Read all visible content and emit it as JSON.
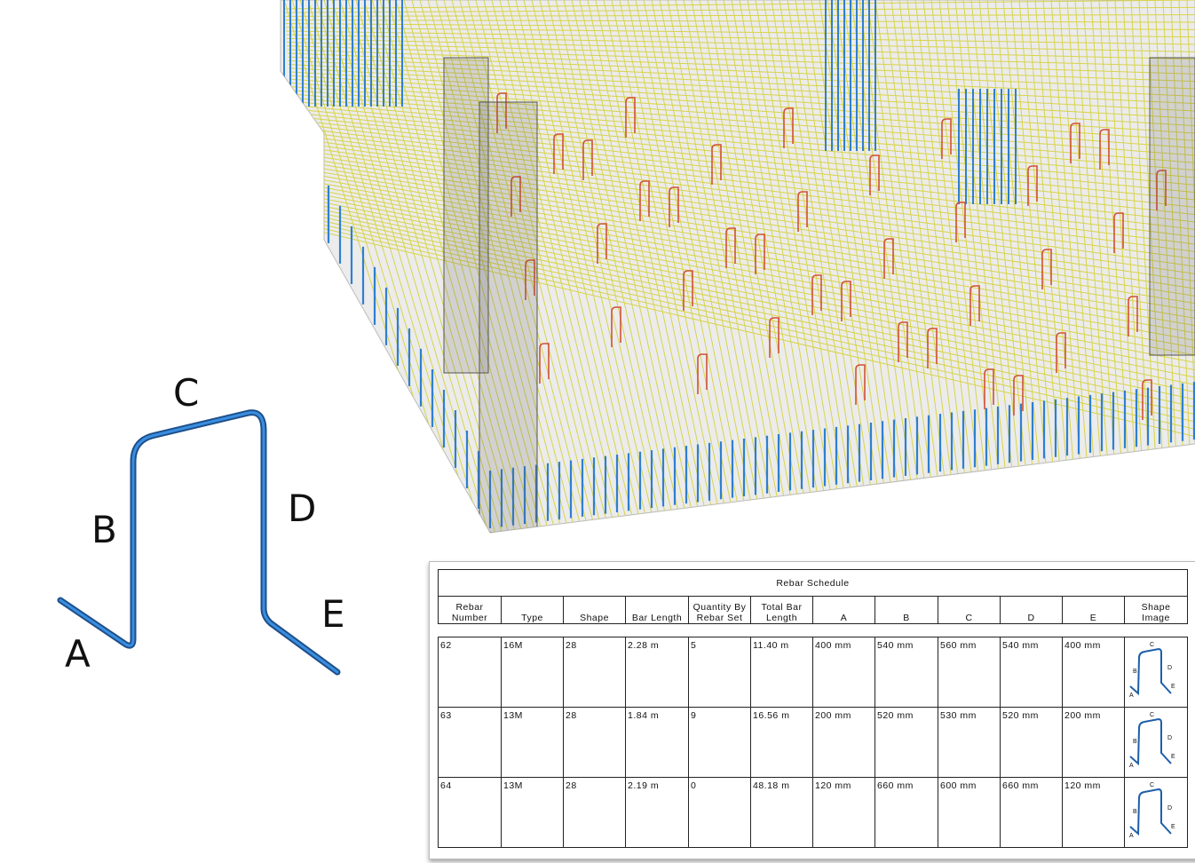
{
  "shape_labels": {
    "a": "A",
    "b": "B",
    "c": "C",
    "d": "D",
    "e": "E"
  },
  "colors": {
    "rebar_blue": "#2f7fd0",
    "rebar_yellow": "#d8d44a",
    "rebar_red": "#d0503a",
    "concrete": "#e6e6e6"
  },
  "schedule": {
    "title": "Rebar Schedule",
    "columns": [
      "Rebar Number",
      "Type",
      "Shape",
      "Bar Length",
      "Quantity By Rebar Set",
      "Total Bar Length",
      "A",
      "B",
      "C",
      "D",
      "E",
      "Shape Image"
    ],
    "rows": [
      [
        "62",
        "16M",
        "28",
        "2.28 m",
        "5",
        "11.40 m",
        "400 mm",
        "540 mm",
        "560 mm",
        "540 mm",
        "400 mm"
      ],
      [
        "63",
        "13M",
        "28",
        "1.84 m",
        "9",
        "16.56 m",
        "200 mm",
        "520 mm",
        "530 mm",
        "520 mm",
        "200 mm"
      ],
      [
        "64",
        "13M",
        "28",
        "2.19 m",
        "0",
        "48.18 m",
        "120 mm",
        "660 mm",
        "600 mm",
        "660 mm",
        "120 mm"
      ]
    ]
  }
}
